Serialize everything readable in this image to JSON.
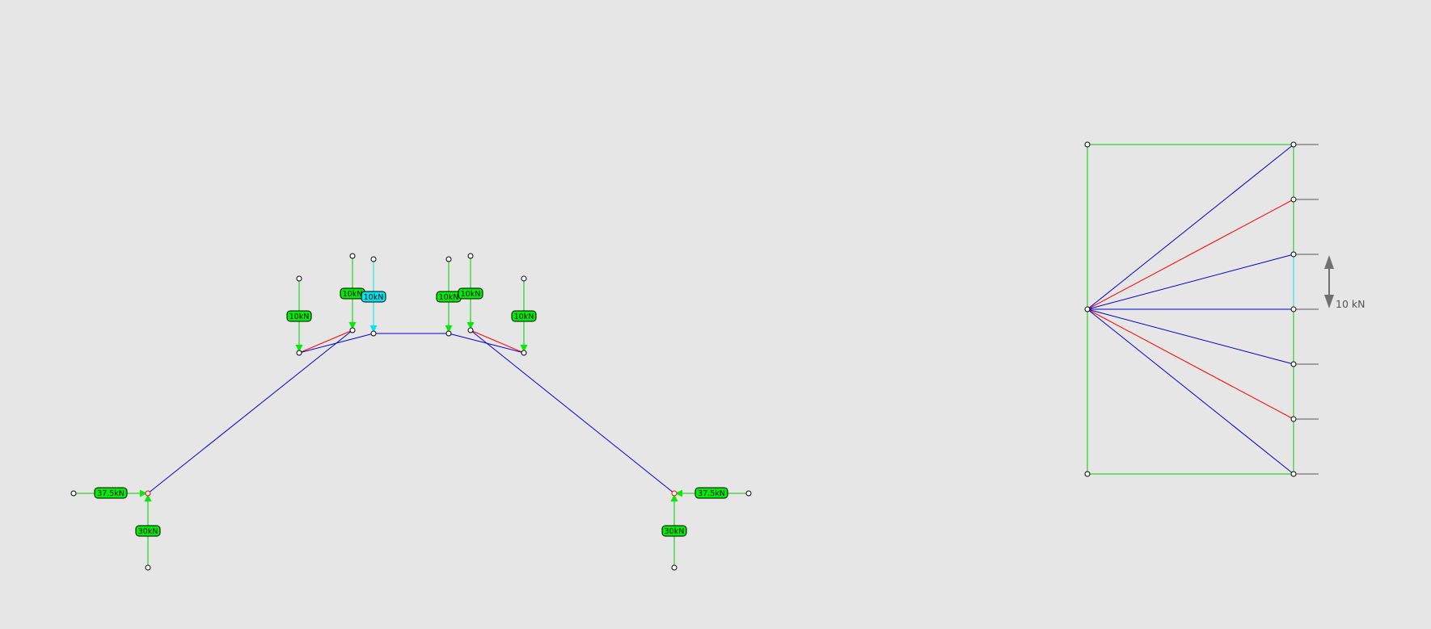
{
  "colors": {
    "background": "#e6e6e6",
    "load": "#00cc00",
    "load_fill": "#00ee00",
    "highlight": "#00e5ee",
    "tension": "#ff0000",
    "compression": "#0000cc",
    "node_stroke": "#000000",
    "support_node": "#ff0000",
    "scale_arrow": "#707070"
  },
  "form_diagram": {
    "loads": [
      {
        "label": "10kN",
        "direction": "down",
        "highlight": false
      },
      {
        "label": "10kN",
        "direction": "down",
        "highlight": false
      },
      {
        "label": "10kN",
        "direction": "down",
        "highlight": true
      },
      {
        "label": "10kN",
        "direction": "down",
        "highlight": false
      },
      {
        "label": "10kN",
        "direction": "down",
        "highlight": false
      },
      {
        "label": "10kN",
        "direction": "down",
        "highlight": false
      }
    ],
    "reactions": [
      {
        "label": "37.5kN",
        "direction": "horizontal"
      },
      {
        "label": "30kN",
        "direction": "vertical"
      },
      {
        "label": "37.5kN",
        "direction": "horizontal"
      },
      {
        "label": "30kN",
        "direction": "vertical"
      }
    ]
  },
  "force_diagram": {
    "scale_label": "10 kN"
  }
}
